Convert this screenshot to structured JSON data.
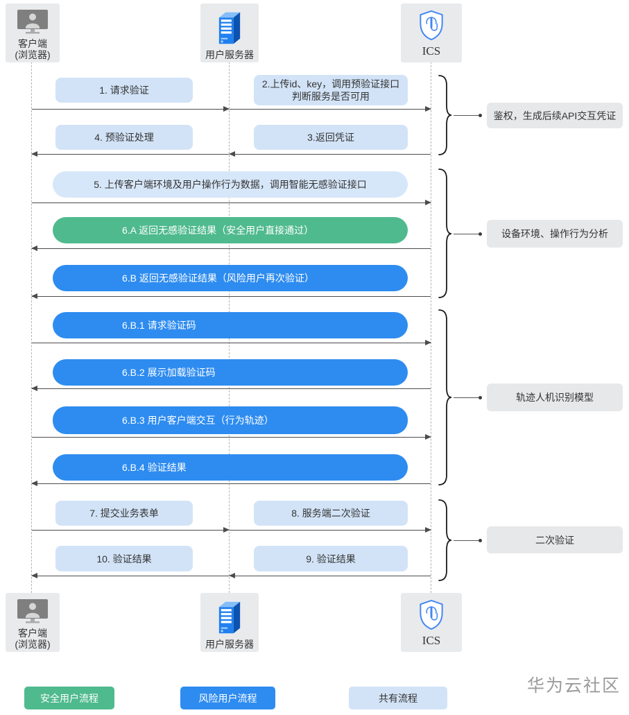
{
  "colors": {
    "green": "#4fba8e",
    "blue": "#2e8cf0",
    "shared": "#d2e3f7",
    "sharedwide": "#d7e7fa",
    "boxgray": "#e8eaec",
    "anngray": "#e6e8ea",
    "line": "#4c4c4c",
    "text": "#333333"
  },
  "icons": {
    "client": "browser-user-icon",
    "server": "server-tower-icon",
    "ics": "shield-tap-icon"
  },
  "actors": {
    "client": {
      "line1": "客户端",
      "line2": "(浏览器)"
    },
    "server": {
      "label": "用户服务器"
    },
    "ics": {
      "label": "ICS"
    }
  },
  "messages": {
    "m1": "1. 请求验证",
    "m2_line1": "2.上传id、key，调用预验证接口",
    "m2_line2": "判断服务是否可用",
    "m3": "3.返回凭证",
    "m4": "4. 预验证处理",
    "m5": "5. 上传客户端环境及用户操作行为数据，调用智能无感验证接口",
    "m6a": "6.A 返回无感验证结果（安全用户直接通过）",
    "m6b": "6.B 返回无感验证结果（风险用户再次验证）",
    "m6b1": "6.B.1 请求验证码",
    "m6b2": "6.B.2 展示加载验证码",
    "m6b3": "6.B.3 用户客户端交互（行为轨迹）",
    "m6b4": "6.B.4 验证结果",
    "m7": "7. 提交业务表单",
    "m8": "8. 服务端二次验证",
    "m9": "9. 验证结果",
    "m10": "10. 验证结果"
  },
  "annotations": {
    "a1": "鉴权，生成后续API交互凭证",
    "a2": "设备环境、操作行为分析",
    "a3": "轨迹人机识别模型",
    "a4": "二次验证"
  },
  "legend": {
    "safe": "安全用户流程",
    "risk": "风险用户流程",
    "shared": "共有流程"
  },
  "watermark": "华为云社区"
}
